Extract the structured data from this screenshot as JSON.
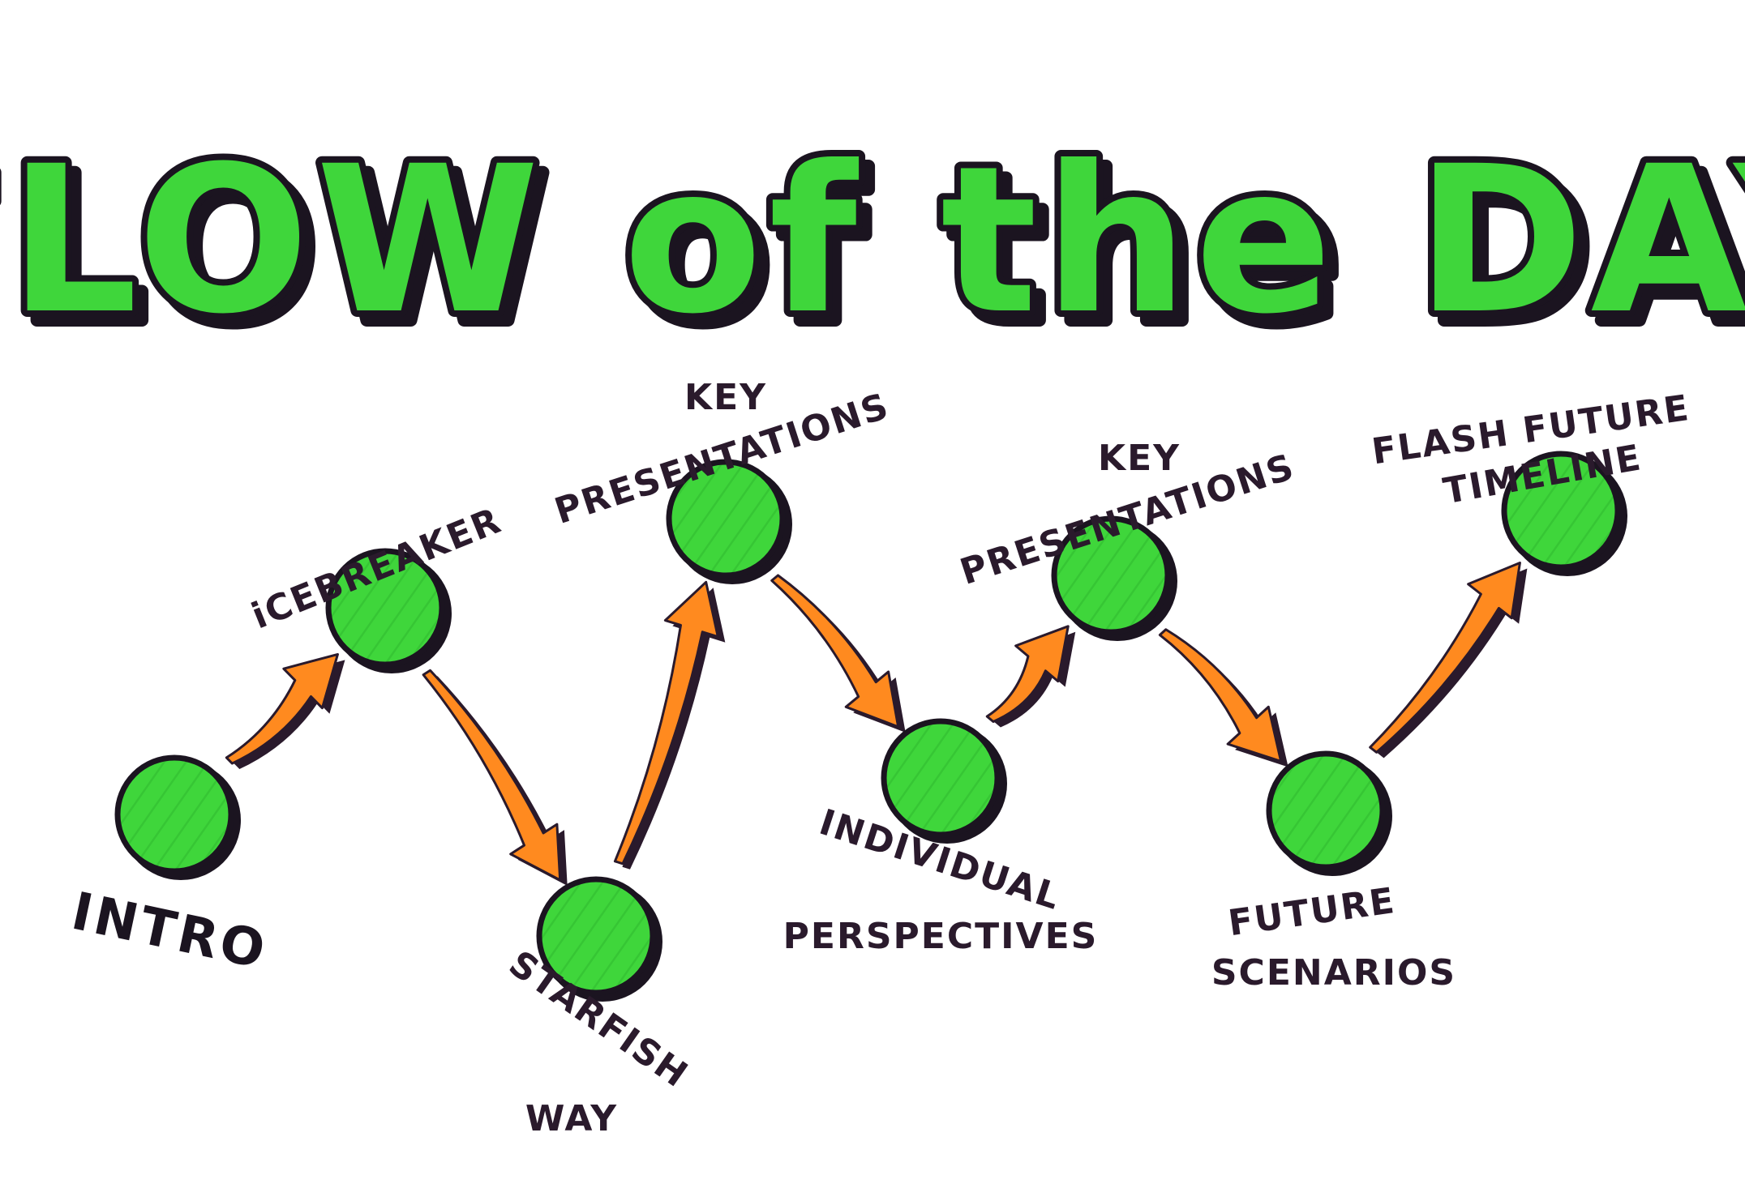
{
  "title": "FLOW of the DAY",
  "colors": {
    "node_fill": "#3fd63b",
    "node_outline": "#1b1420",
    "arrow_fill": "#ff8a1f",
    "arrow_outline": "#2a1a2c",
    "title_fill": "#3fd63b",
    "text": "#2a1a2c"
  },
  "nodes": [
    {
      "id": "intro",
      "label_lines": [
        "INTRO"
      ]
    },
    {
      "id": "icebreaker",
      "label_lines": [
        "iCEBREAKER"
      ]
    },
    {
      "id": "starfish-way",
      "label_lines": [
        "STARFISH",
        "WAY"
      ]
    },
    {
      "id": "key-presentations-1",
      "label_lines": [
        "KEY",
        "PRESENTATIONS"
      ]
    },
    {
      "id": "individual-perspectives",
      "label_lines": [
        "INDIVIDUAL",
        "PERSPECTIVES"
      ]
    },
    {
      "id": "key-presentations-2",
      "label_lines": [
        "KEY",
        "PRESENTATIONS"
      ]
    },
    {
      "id": "future-scenarios",
      "label_lines": [
        "FUTURE",
        "SCENARIOS"
      ]
    },
    {
      "id": "flash-future-timeline",
      "label_lines": [
        "FLASH FUTURE",
        "TIMELINE"
      ]
    }
  ]
}
